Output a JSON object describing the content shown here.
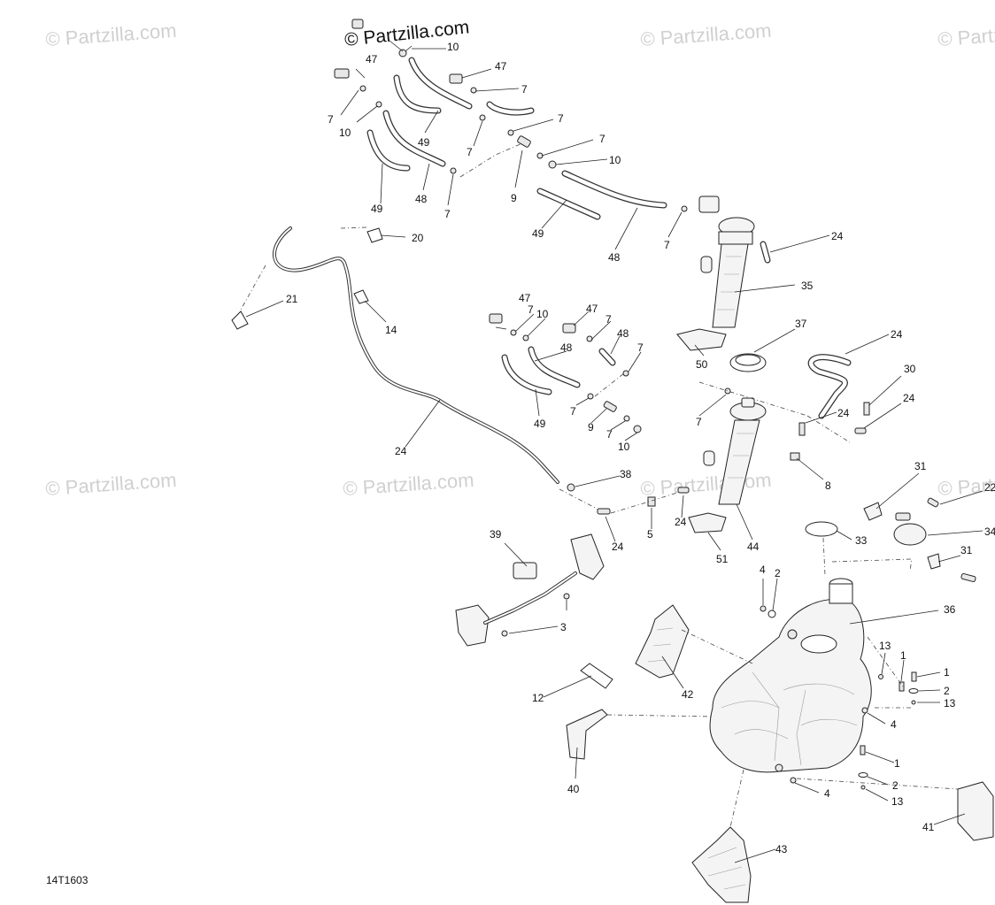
{
  "watermark": {
    "brand": "© Partzilla.com",
    "faint": "© Partzilla.com"
  },
  "diagram_code": "14T1603",
  "callouts": {
    "c47a": "47",
    "c10a": "10",
    "c47b": "47",
    "c7a": "7",
    "c7b": "7",
    "c10b": "10",
    "c49a": "49",
    "c7c": "7",
    "c7d": "7",
    "c7e": "7",
    "c10c": "10",
    "c9a": "9",
    "c48a": "48",
    "c7f": "7",
    "c49b": "49",
    "c49c": "49",
    "c48b": "48",
    "c7g": "7",
    "c24a": "24",
    "c20": "20",
    "c21": "21",
    "c14": "14",
    "c35": "35",
    "c37": "37",
    "c50": "50",
    "c24b": "24",
    "c30": "30",
    "c47c": "47",
    "c7h": "7",
    "c10d": "10",
    "c47d": "47",
    "c7i": "7",
    "c48c": "48",
    "c48d": "48",
    "c7j": "7",
    "c49d": "49",
    "c7k": "7",
    "c9b": "9",
    "c7l": "7",
    "c10e": "10",
    "c7m": "7",
    "c24c": "24",
    "c24d": "24",
    "c8": "8",
    "c24e": "24",
    "c38": "38",
    "c24f": "24",
    "c5": "5",
    "c24g": "24",
    "c51": "51",
    "c44": "44",
    "c31a": "31",
    "c22": "22",
    "c34": "34",
    "c33": "33",
    "c31b": "31",
    "c39": "39",
    "c3": "3",
    "c4a": "4",
    "c2a": "2",
    "c36": "36",
    "c13a": "13",
    "c1a": "1",
    "c1b": "1",
    "c2b": "2",
    "c13b": "13",
    "c4b": "4",
    "c12": "12",
    "c42": "42",
    "c40": "40",
    "c1c": "1",
    "c2c": "2",
    "c4c": "4",
    "c13c": "13",
    "c41": "41",
    "c43": "43"
  }
}
